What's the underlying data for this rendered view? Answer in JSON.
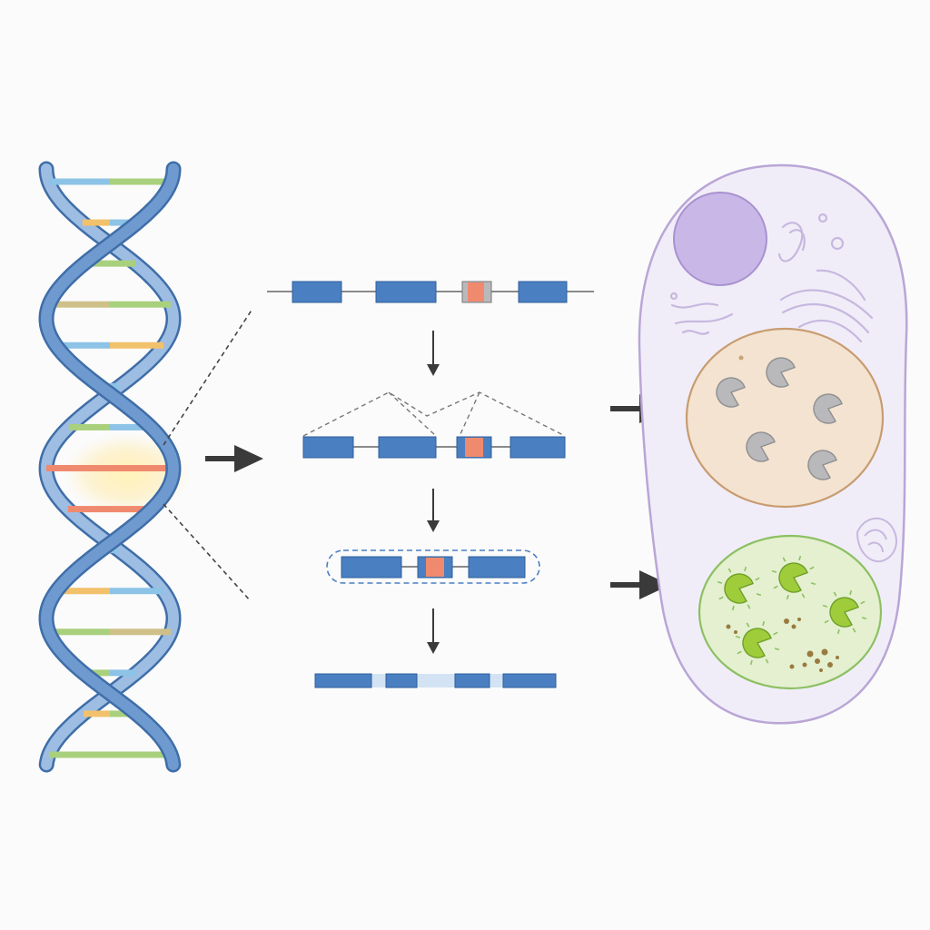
{
  "colors": {
    "background": "#fbfbfc",
    "helix_strand": "#6f9ad0",
    "helix_strand_edge": "#3f6ea8",
    "exon": "#4a7fc1",
    "exon_edge": "#2f5f9c",
    "mutation": "#f08a6e",
    "intron_line": "#8a8a8a",
    "arrow": "#3a3a3a",
    "highlight_glow": "#ffe9a0",
    "cell_membrane": "#b9a6d6",
    "cell_fill": "#f1edf8",
    "nucleus": "#c9b7e8",
    "organelle_normal_fill": "#f3e3d0",
    "organelle_normal_edge": "#c89c70",
    "enzyme_normal": "#b9b9bb",
    "organelle_mutant_fill": "#e4f0cf",
    "organelle_mutant_edge": "#8cc063",
    "enzyme_mutant": "#9fcc3a",
    "debris": "#9a7a40"
  },
  "icons": {
    "dna": "dna-double-helix-icon",
    "gene": "gene-exon-intron-icon",
    "splicing": "splicing-icon",
    "mrna": "mature-mrna-icon",
    "protein": "protein-chain-icon",
    "cell": "cell-icon",
    "enzyme_normal": "enzyme-pacman-icon",
    "enzyme_mutant": "active-enzyme-icon",
    "arrow": "arrow-right-icon"
  },
  "diagram": {
    "helix_rungs": [
      {
        "left": "#8cc3e6",
        "right": "#a9d07c"
      },
      {
        "left": "#f2c16b",
        "right": "#8cc3e6"
      },
      {
        "left": "#a9d07c",
        "right": "#a9d07c"
      },
      {
        "left": "#cfc08a",
        "right": "#a9d07c"
      },
      {
        "left": "#8cc3e6",
        "right": "#f2c16b"
      },
      {
        "left": "#a9d07c",
        "right": "#8cc3e6"
      },
      {
        "left": "#a9d07c",
        "right": "#8cc3e6"
      },
      {
        "left": "#f08a6e",
        "right": "#f08a6e"
      },
      {
        "left": "#f08a6e",
        "right": "#f08a6e"
      },
      {
        "left": "#a9d07c",
        "right": "#8cc3e6"
      },
      {
        "left": "#f2c16b",
        "right": "#8cc3e6"
      },
      {
        "left": "#a9d07c",
        "right": "#cfc08a"
      },
      {
        "left": "#a9d07c",
        "right": "#8cc3e6"
      },
      {
        "left": "#f2c16b",
        "right": "#a9d07c"
      },
      {
        "left": "#a9d07c",
        "right": "#a9d07c"
      }
    ],
    "steps": [
      "gene",
      "splicing",
      "mrna",
      "protein"
    ],
    "normal_enzyme_count": 5,
    "mutant_enzyme_count": 4
  }
}
